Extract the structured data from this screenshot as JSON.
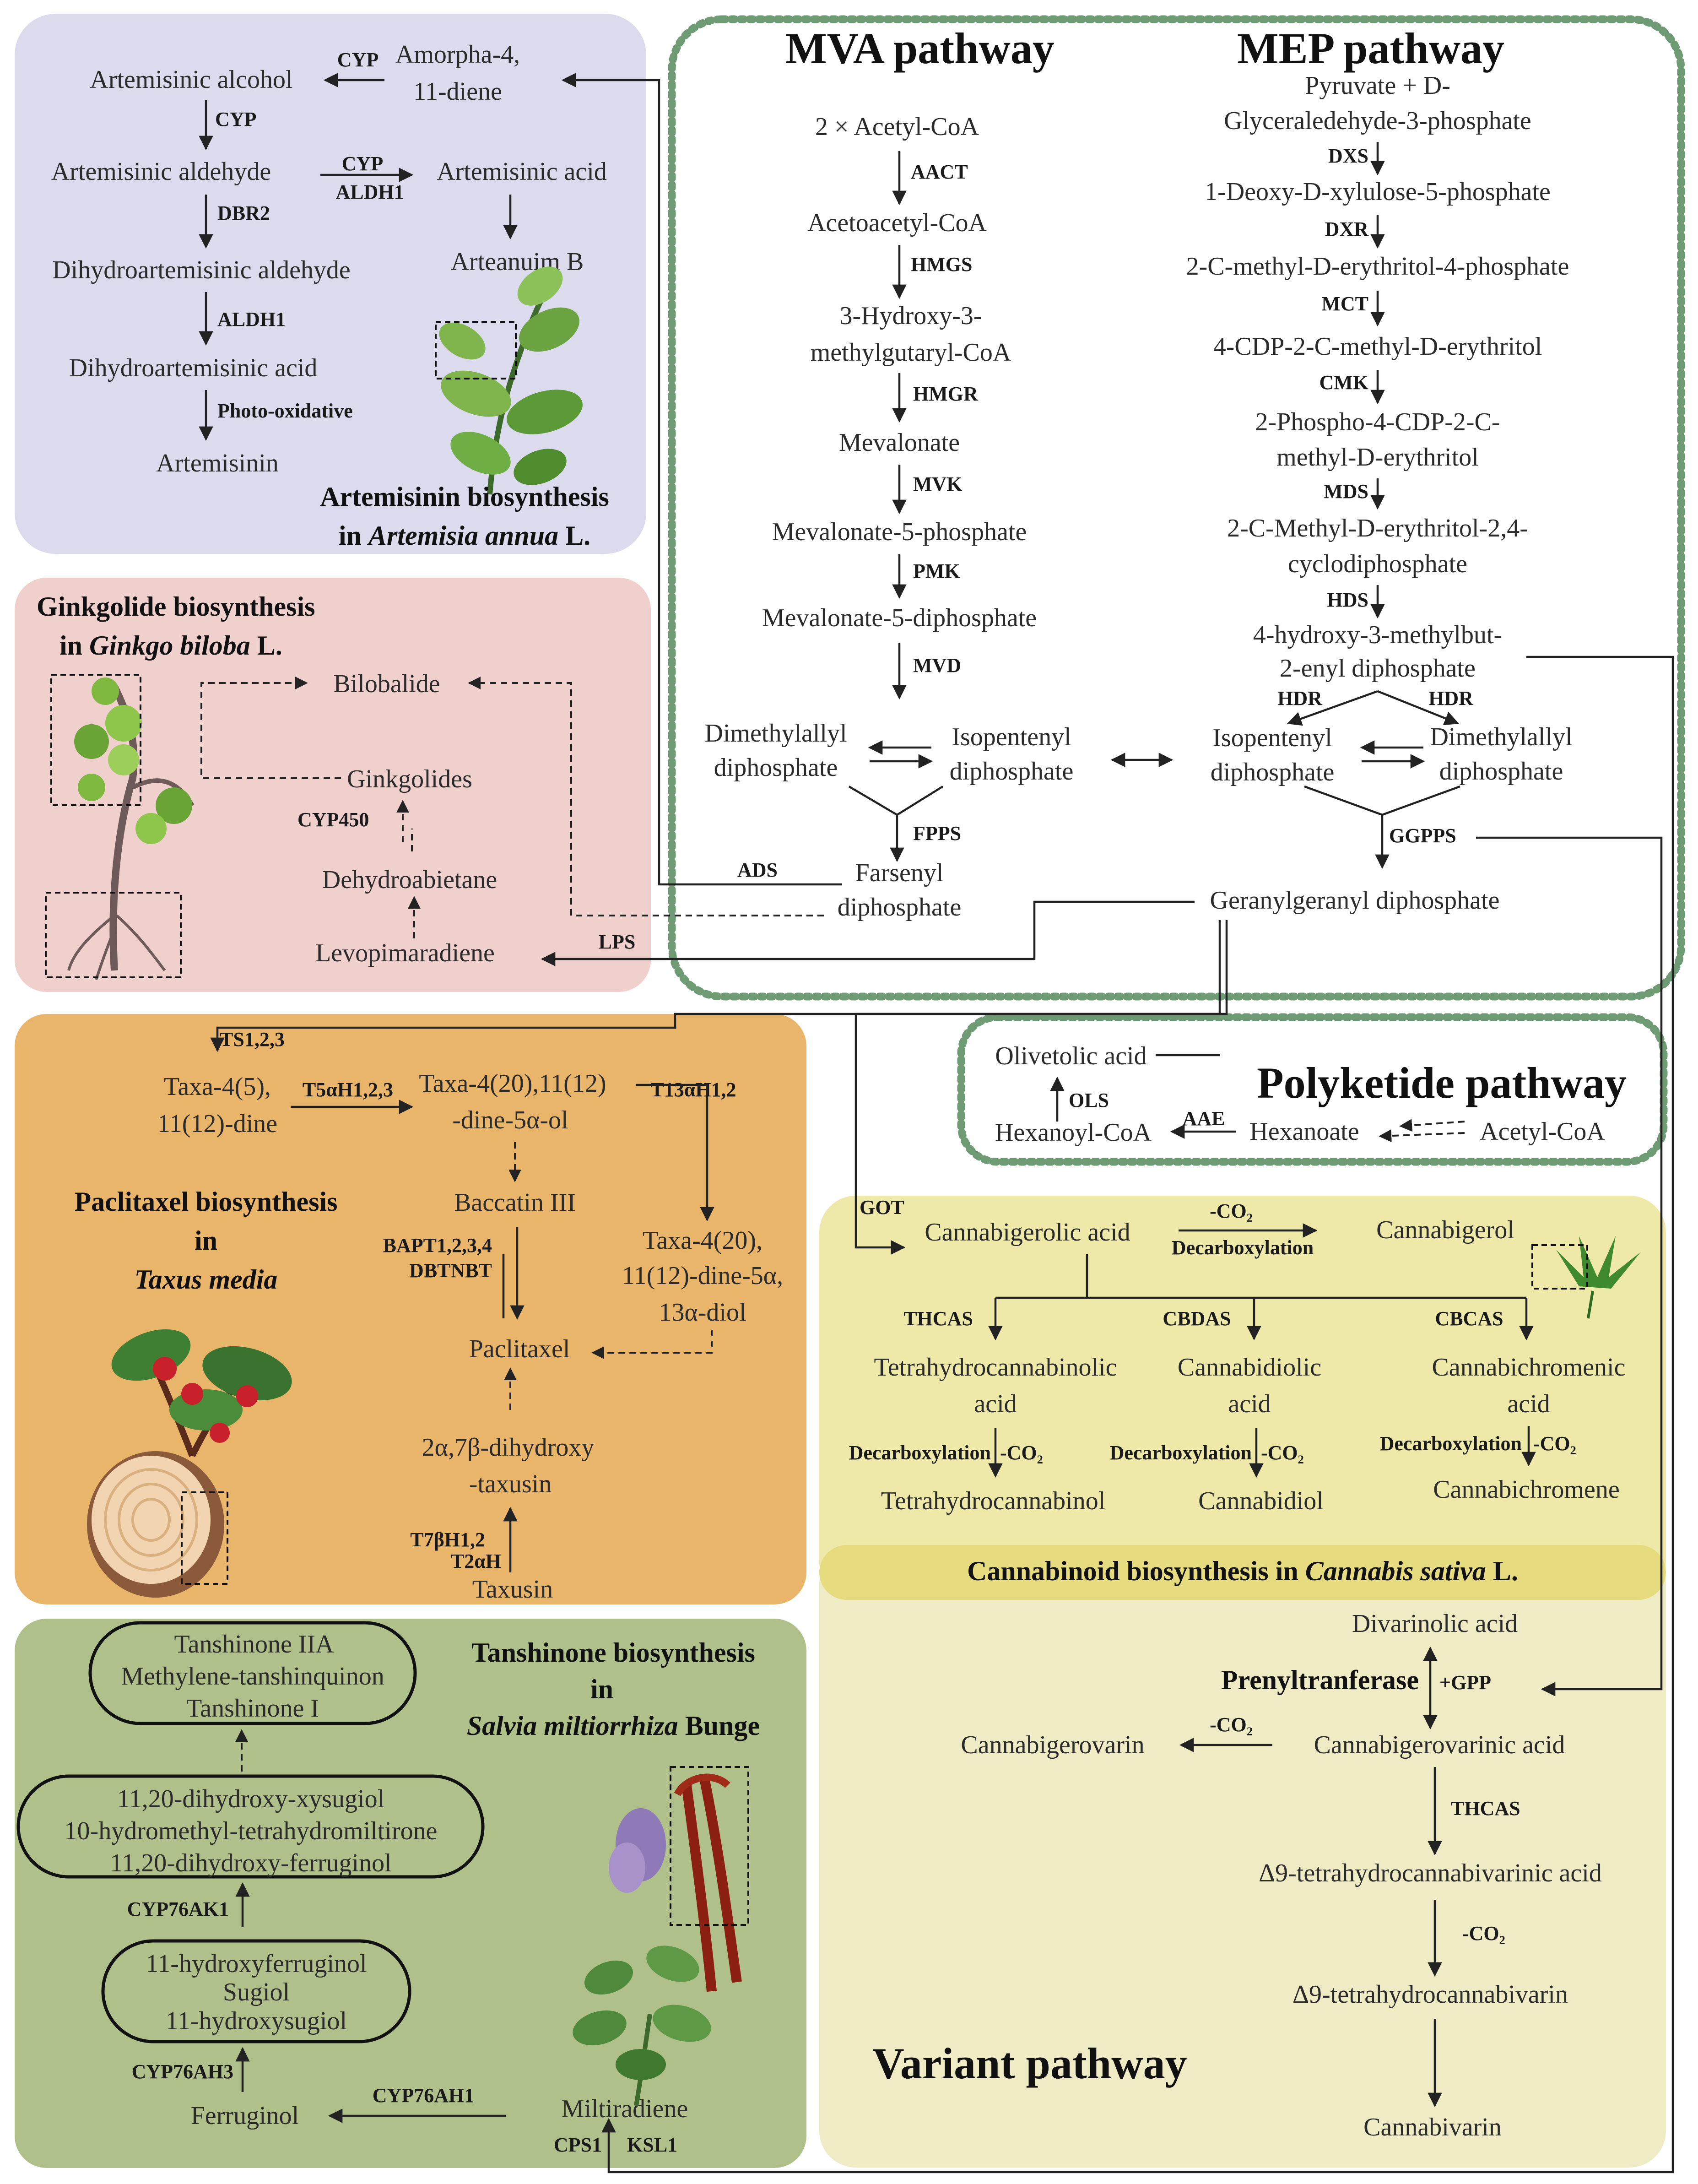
{
  "artemisinin": {
    "title_line1": "Artemisinin biosynthesis",
    "title_line2_prefix": "in ",
    "title_line2_species": "Artemisia annua",
    "title_line2_suffix": " L.",
    "amorpha_line1": "Amorpha-4,",
    "amorpha_line2": "11-diene",
    "artemisinic_alcohol": "Artemisinic alcohol",
    "artemisinic_aldehyde": "Artemisinic aldehyde",
    "artemisinic_acid": "Artemisinic acid",
    "arteannuin_b": "Arteanuim B",
    "dihydro_aldehyde": "Dihydroartemisinic aldehyde",
    "dihydro_acid": "Dihydroartemisinic acid",
    "artemisinin": "Artemisinin",
    "enz_cyp_1": "CYP",
    "enz_cyp_2": "CYP",
    "enz_cyp_3": "CYP",
    "enz_aldh1_a": "ALDH1",
    "enz_dbr2": "DBR2",
    "enz_aldh1_b": "ALDH1",
    "enz_photo": "Photo-oxidative"
  },
  "ginkgo": {
    "title_line1": "Ginkgolide biosynthesis",
    "title_line2_prefix": "in ",
    "title_line2_species": "Ginkgo biloba",
    "title_line2_suffix": " L.",
    "bilobalide": "Bilobalide",
    "ginkgolides": "Ginkgolides",
    "cyp450": "CYP450",
    "dehydroabietane": "Dehydroabietane",
    "levopimaradiene": "Levopimaradiene",
    "lps": "LPS"
  },
  "mva": {
    "title": "MVA pathway",
    "acetyl_coa": "2 × Acetyl-CoA",
    "aact": "AACT",
    "acetoacetyl": "Acetoacetyl-CoA",
    "hmgs": "HMGS",
    "hmg_line1": "3-Hydroxy-3-",
    "hmg_line2": "methylgutaryl-CoA",
    "hmgr": "HMGR",
    "mevalonate": "Mevalonate",
    "mvk": "MVK",
    "mev5p": "Mevalonate-5-phosphate",
    "pmk": "PMK",
    "mev5pp": "Mevalonate-5-diphosphate",
    "mvd": "MVD",
    "dmapp_line1": "Dimethylallyl",
    "dmapp_line2": "diphosphate",
    "ipp_line1": "Isopentenyl",
    "ipp_line2": "diphosphate",
    "fpps": "FPPS",
    "ads": "ADS",
    "fpp_line1": "Farsenyl",
    "fpp_line2": "diphosphate"
  },
  "mep": {
    "title": "MEP pathway",
    "pyruvate_line1": "Pyruvate + D-",
    "pyruvate_line2": "Glyceraledehyde-3-phosphate",
    "dxs": "DXS",
    "dxp": "1-Deoxy-D-xylulose-5-phosphate",
    "dxr": "DXR",
    "mep": "2-C-methyl-D-erythritol-4-phosphate",
    "mct": "MCT",
    "cdpme": "4-CDP-2-C-methyl-D-erythritol",
    "cmk": "CMK",
    "cdpmep_line1": "2-Phospho-4-CDP-2-C-",
    "cdpmep_line2": "methyl-D-erythritol",
    "mds": "MDS",
    "mecpp_line1": "2-C-Methyl-D-erythritol-2,4-",
    "mecpp_line2": "cyclodiphosphate",
    "hds": "HDS",
    "hmbpp_line1": "4-hydroxy-3-methylbut-",
    "hmbpp_line2": "2-enyl diphosphate",
    "hdr_left": "HDR",
    "hdr_right": "HDR",
    "ipp_line1": "Isopentenyl",
    "ipp_line2": "diphosphate",
    "dmapp_line1": "Dimethylallyl",
    "dmapp_line2": "diphosphate",
    "ggpps": "GGPPS",
    "ggpp": "Geranylgeranyl diphosphate"
  },
  "polyketide": {
    "title": "Polyketide pathway",
    "olivetolic": "Olivetolic acid",
    "ols": "OLS",
    "hexanoyl": "Hexanoyl-CoA",
    "aae": "AAE",
    "hexanoate": "Hexanoate",
    "acetyl_coa": "Acetyl-CoA"
  },
  "taxus": {
    "title_line1": "Paclitaxel biosynthesis",
    "title_line2": "in",
    "title_line3": "Taxus media",
    "ts": "TS1,2,3",
    "taxa45_line1": "Taxa-4(5),",
    "taxa45_line2": "11(12)-dine",
    "t5ah": "T5αH1,2,3",
    "taxa420_line1": "Taxa-4(20),11(12)",
    "taxa420_line2": "-dine-5α-ol",
    "t13ah": "T13αH1,2",
    "baccatin": "Baccatin III",
    "bapt": "BAPT1,2,3,4",
    "dbtnbt": "DBTNBT",
    "diol_line1": "Taxa-4(20),",
    "diol_line2": "11(12)-dine-5α,",
    "diol_line3": "13α-diol",
    "paclitaxel": "Paclitaxel",
    "taxusin_dh_line1": "2α,7β-dihydroxy",
    "taxusin_dh_line2": "-taxusin",
    "t7bh": "T7βH1,2",
    "t2ah": "T2αH",
    "taxusin": "Taxusin"
  },
  "cannabis": {
    "title_prefix": "Cannabinoid biosynthesis in ",
    "title_species": "Cannabis sativa",
    "title_suffix": " L.",
    "got": "GOT",
    "cbga": "Cannabigerolic acid",
    "co2_top": "-CO₂",
    "decarb_top": "Decarboxylation",
    "cbg": "Cannabigerol",
    "thcas": "THCAS",
    "cbdas": "CBDAS",
    "cbcas": "CBCAS",
    "thca_line1": "Tetrahydrocannabinolic",
    "thca_line2": "acid",
    "cbda_line1": "Cannabidiolic",
    "cbda_line2": "acid",
    "cbca_line1": "Cannabichromenic",
    "cbca_line2": "acid",
    "decarb_1": "Decarboxylation",
    "co2_1": "-CO₂",
    "decarb_2": "Decarboxylation",
    "co2_2": "-CO₂",
    "decarb_3": "Decarboxylation",
    "co2_3": "-CO₂",
    "thc": "Tetrahydrocannabinol",
    "cbd": "Cannabidiol",
    "cbc": "Cannabichromene"
  },
  "variant": {
    "title": "Variant pathway",
    "divarinolic": "Divarinolic acid",
    "prenyl": "Prenyltranferase",
    "gpp": "+GPP",
    "co2_a": "-CO₂",
    "cbgv": "Cannabigerovarin",
    "cbgva": "Cannabigerovarinic acid",
    "thcas": "THCAS",
    "thcva": "Δ9-tetrahydrocannabivarinic acid",
    "co2_b": "-CO₂",
    "thcv": "Δ9-tetrahydrocannabivarin",
    "cbv": "Cannabivarin"
  },
  "salvia": {
    "title_line1": "Tanshinone biosynthesis",
    "title_line2": "in",
    "title_line3_species": "Salvia miltiorrhiza",
    "title_line3_suffix": " Bunge",
    "pill1_a": "Tanshinone IIA",
    "pill1_b": "Methylene-tanshinquinon",
    "pill1_c": "Tanshinone I",
    "pill2_a": "11,20-dihydroxy-xysugiol",
    "pill2_b": "10-hydromethyl-tetrahydromiltirone",
    "pill2_c": "11,20-dihydroxy-ferruginol",
    "cyp76ak1": "CYP76AK1",
    "pill3_a": "11-hydroxyferruginol",
    "pill3_b": "Sugiol",
    "pill3_c": "11-hydroxysugiol",
    "cyp76ah3": "CYP76AH3",
    "ferruginol": "Ferruginol",
    "cyp76ah1": "CYP76AH1",
    "miltiradiene": "Miltiradiene",
    "cps1": "CPS1",
    "ksl1": "KSL1"
  }
}
